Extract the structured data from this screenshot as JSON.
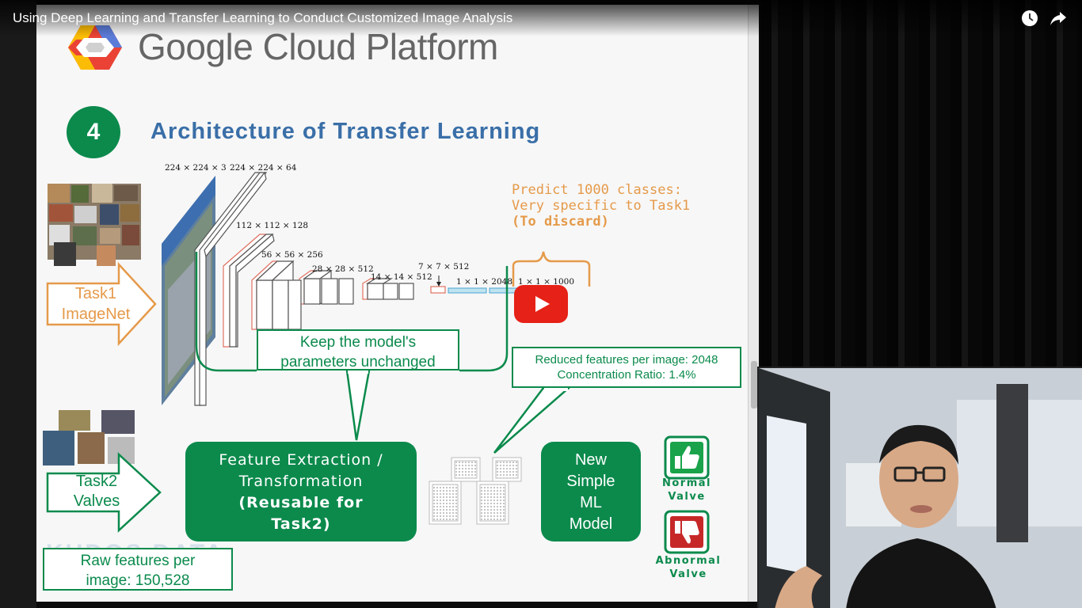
{
  "video": {
    "title": "Using Deep Learning and Transfer Learning to Conduct Customized Image Analysis",
    "watch_later_icon": "clock-icon",
    "share_icon": "share-arrow-icon",
    "play_icon": "youtube-play-icon"
  },
  "slide": {
    "brand": "Google Cloud Platform",
    "step_number": "4",
    "title": "Architecture of Transfer Learning",
    "dims": {
      "input": "224 × 224 × 3",
      "conv1": "224 × 224 × 64",
      "conv2": "112 × 112 × 128",
      "conv3": "56 × 56 × 256",
      "conv4": "28 × 28 × 512",
      "conv5": "14 × 14 × 512",
      "pool": "7 × 7 × 512",
      "fc1": "1 × 1 × 2048",
      "fc2": "1 × 1 × 1000"
    },
    "predict_note": {
      "line1": "Predict 1000 classes:",
      "line2": "Very specific to Task1",
      "line3": "(To discard)"
    },
    "keep_box": {
      "line1": "Keep the model's",
      "line2": "parameters unchanged"
    },
    "reduced_box": {
      "line1": "Reduced features per image: 2048",
      "line2": "Concentration Ratio: 1.4%"
    },
    "task1": {
      "line1": "Task1",
      "line2": "ImageNet"
    },
    "task2": {
      "line1": "Task2",
      "line2": "Valves"
    },
    "feature_box": {
      "line1": "Feature Extraction /",
      "line2": "Transformation",
      "line3": "(Reusable for",
      "line4": "Task2)"
    },
    "ml_box": {
      "line1": "New",
      "line2": "Simple",
      "line3": "ML",
      "line4": "Model"
    },
    "normal": {
      "line1": "Normal",
      "line2": "Valve",
      "icon": "thumbs-up-icon"
    },
    "abnormal": {
      "line1": "Abnormal",
      "line2": "Valve",
      "icon": "thumbs-down-icon"
    },
    "raw_box": {
      "line1": "Raw features per",
      "line2": "image: 150,528"
    },
    "watermark": "KUDOS DATA"
  },
  "colors": {
    "green": "#0b8a4c",
    "orange": "#e59a4a",
    "title_blue": "#3a6fa8",
    "play_red": "#e62117"
  }
}
